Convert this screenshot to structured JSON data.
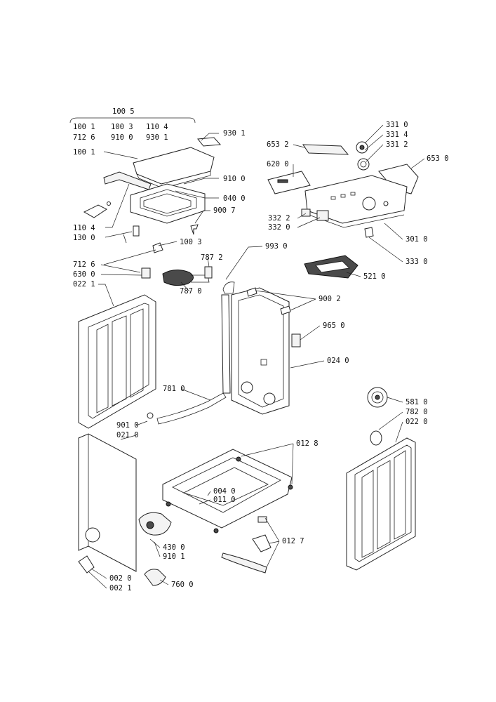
{
  "kit_header": {
    "title": "100 5",
    "row1": [
      "100 1",
      "100 3",
      "110 4"
    ],
    "row2": [
      "712 6",
      "910 0",
      "930 1"
    ]
  },
  "callouts": [
    "930 1",
    "100 1",
    "910 0",
    "040 0",
    "900 7",
    "110 4",
    "130 0",
    "100 3",
    "712 6",
    "630 0",
    "022 1",
    "787 2",
    "787 0",
    "993 0",
    "653 2",
    "620 0",
    "331 0",
    "331 4",
    "331 2",
    "653 0",
    "332 2",
    "332 0",
    "301 0",
    "333 0",
    "521 0",
    "900 2",
    "965 0",
    "024 0",
    "781 0",
    "901 0",
    "021 0",
    "012 8",
    "004 0",
    "011 0",
    "012 7",
    "430 0",
    "910 1",
    "002 0",
    "002 1",
    "760 0",
    "581 0",
    "782 0",
    "022 0"
  ]
}
